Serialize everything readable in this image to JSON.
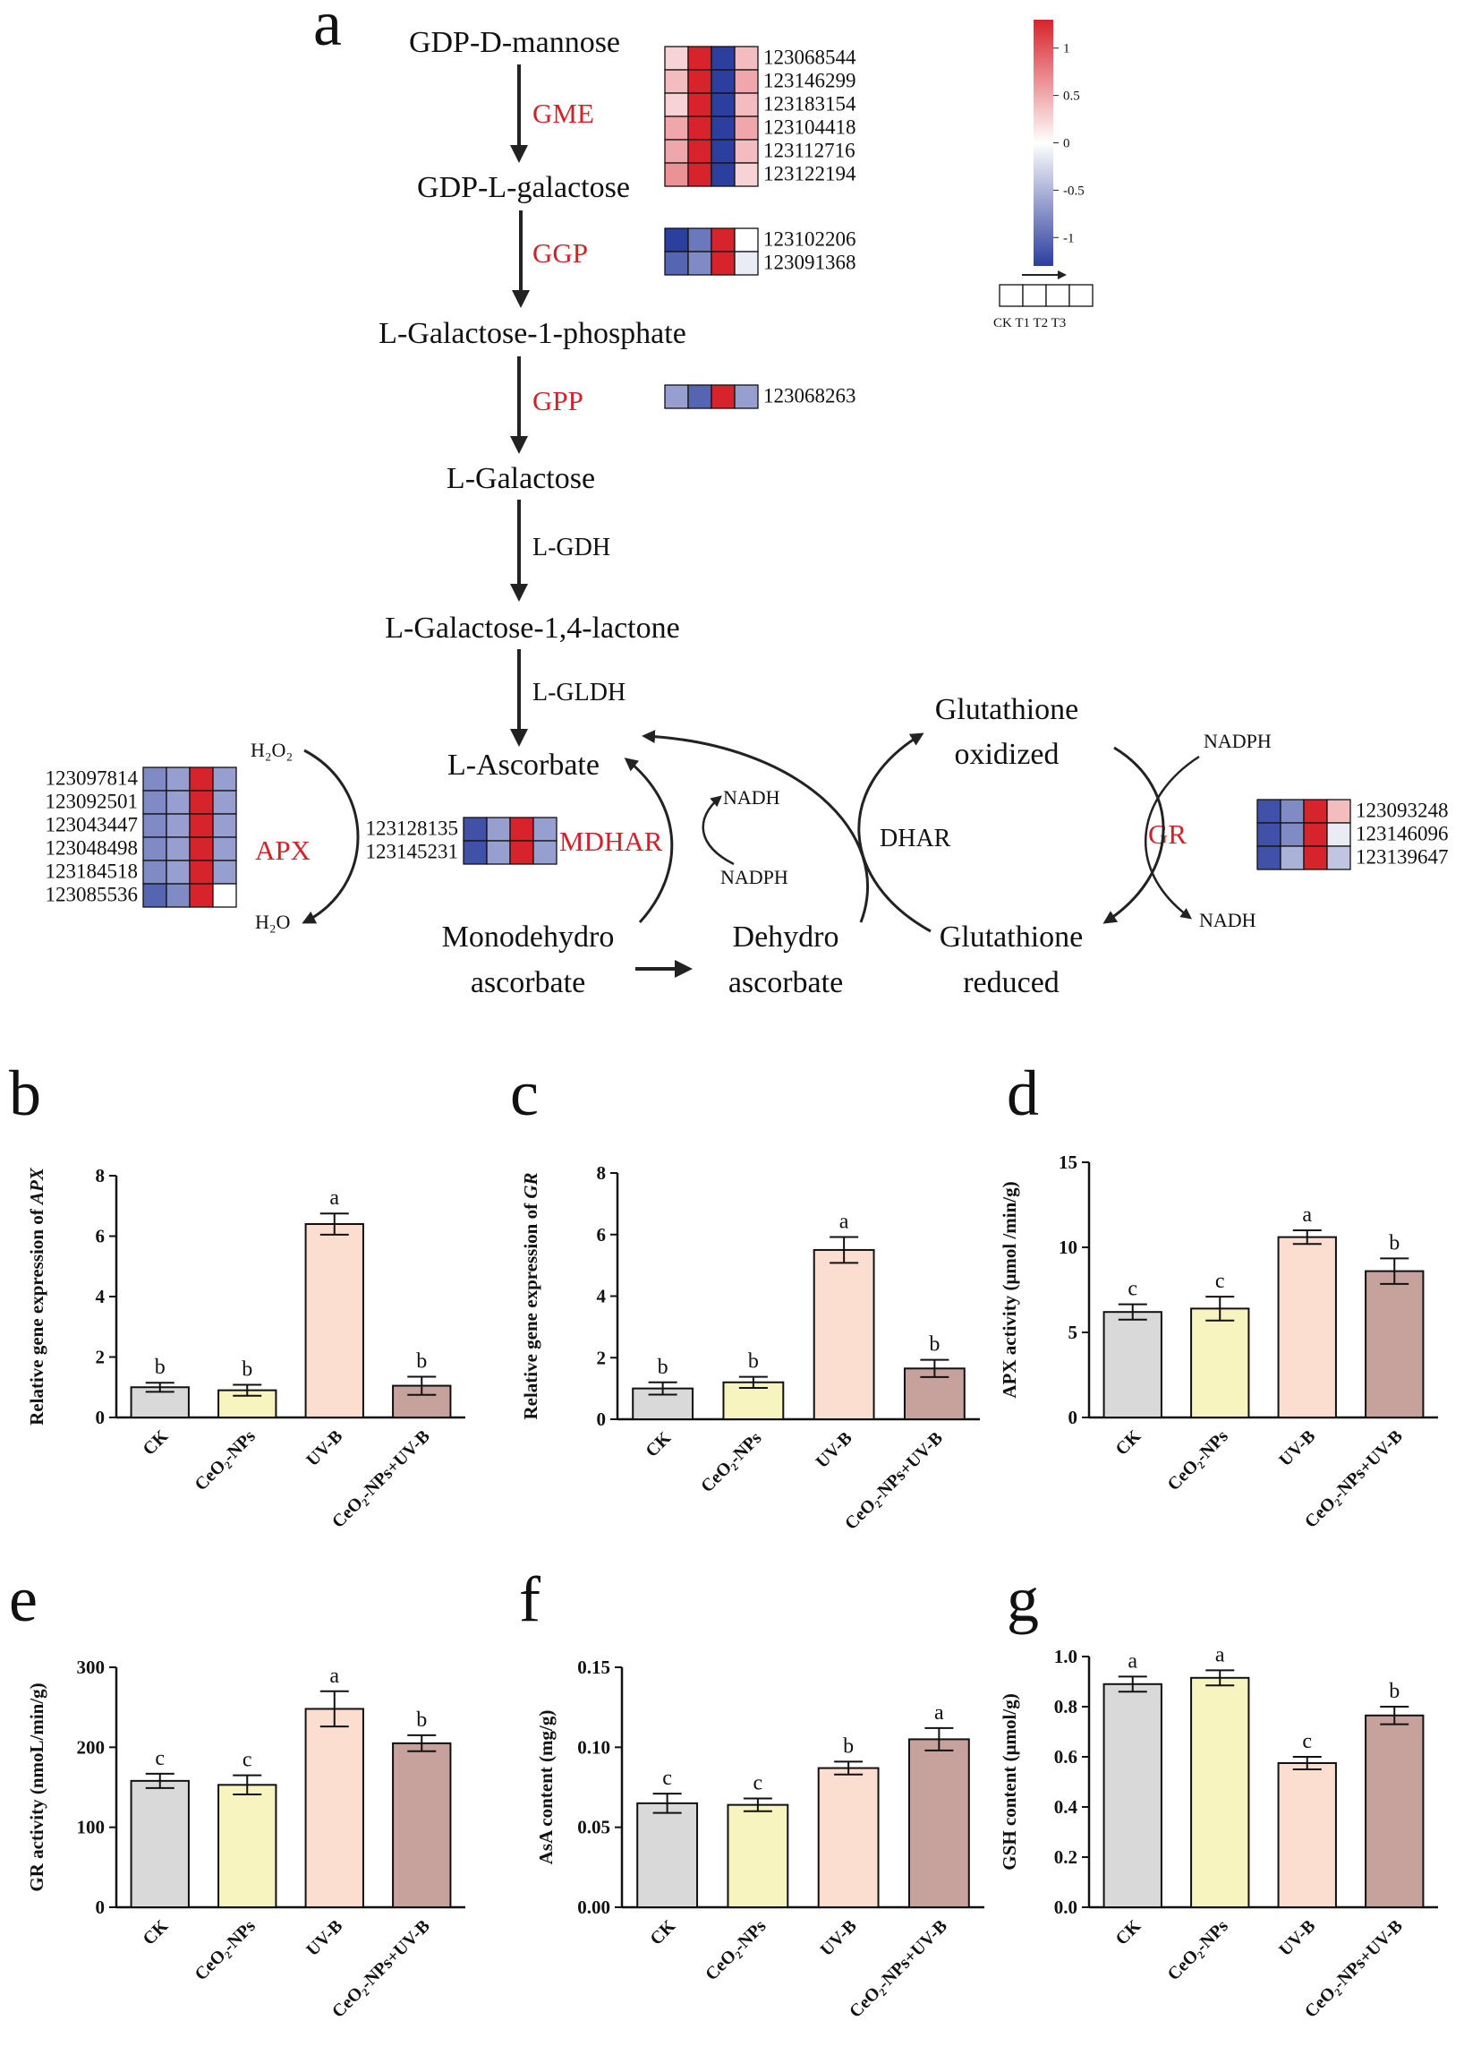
{
  "pathway": {
    "panel_label": "a",
    "metabolites": {
      "gdp_d_mannose": "GDP-D-mannose",
      "gdp_l_galactose": "GDP-L-galactose",
      "l_galactose_1_phosphate": "L-Galactose-1-phosphate",
      "l_galactose": "L-Galactose",
      "l_galactose_lactone": "L-Galactose-1,4-lactone",
      "l_ascorbate": "L-Ascorbate",
      "monodehydro_1": "Monodehydro",
      "monodehydro_2": "ascorbate",
      "dehydro_1": "Dehydro",
      "dehydro_2": "ascorbate",
      "glut_ox_1": "Glutathione",
      "glut_ox_2": "oxidized",
      "glut_red_1": "Glutathione",
      "glut_red_2": "reduced",
      "h2o2": "H₂O₂",
      "h2o": "H₂O",
      "nadh_1": "NADH",
      "nadph_1": "NADPH",
      "nadph_2": "NADPH",
      "nadh_2": "NADH"
    },
    "enzymes": {
      "gme": "GME",
      "ggp": "GGP",
      "gpp": "GPP",
      "lgdh": "L-GDH",
      "lgldh": "L-GLDH",
      "apx": "APX",
      "mdhar": "MDHAR",
      "dhar": "DHAR",
      "gr": "GR"
    },
    "heatmaps": {
      "gme": {
        "genes": [
          "123068544",
          "123146299",
          "123183154",
          "123104418",
          "123112716",
          "123122194"
        ],
        "values": [
          [
            0.2,
            1.0,
            -1.0,
            0.3
          ],
          [
            0.3,
            1.0,
            -1.0,
            0.4
          ],
          [
            0.2,
            1.0,
            -1.0,
            0.3
          ],
          [
            0.4,
            1.0,
            -1.0,
            0.4
          ],
          [
            0.4,
            1.0,
            -1.0,
            0.3
          ],
          [
            0.5,
            1.0,
            -1.0,
            0.2
          ]
        ]
      },
      "ggp": {
        "genes": [
          "123102206",
          "123091368"
        ],
        "values": [
          [
            -1.0,
            -0.7,
            1.0,
            0.0
          ],
          [
            -0.8,
            -0.6,
            1.0,
            -0.1
          ]
        ]
      },
      "gpp": {
        "genes": [
          "123068263"
        ],
        "values": [
          [
            -0.5,
            -0.8,
            1.0,
            -0.5
          ]
        ]
      },
      "apx": {
        "genes": [
          "123097814",
          "123092501",
          "123043447",
          "123048498",
          "123184518",
          "123085536"
        ],
        "values": [
          [
            -0.6,
            -0.5,
            1.0,
            -0.5
          ],
          [
            -0.6,
            -0.5,
            1.0,
            -0.5
          ],
          [
            -0.6,
            -0.5,
            1.0,
            -0.5
          ],
          [
            -0.6,
            -0.5,
            1.0,
            -0.5
          ],
          [
            -0.6,
            -0.5,
            1.0,
            -0.5
          ],
          [
            -0.8,
            -0.6,
            1.0,
            0.0
          ]
        ]
      },
      "mdhar": {
        "genes": [
          "123128135",
          "123145231"
        ],
        "values": [
          [
            -0.9,
            -0.5,
            1.0,
            -0.5
          ],
          [
            -0.9,
            -0.5,
            1.0,
            -0.5
          ]
        ]
      },
      "gr": {
        "genes": [
          "123093248",
          "123146096",
          "123139647"
        ],
        "values": [
          [
            -0.9,
            -0.6,
            1.0,
            0.3
          ],
          [
            -0.9,
            -0.6,
            1.0,
            -0.1
          ],
          [
            -0.9,
            -0.4,
            1.0,
            -0.3
          ]
        ]
      }
    },
    "legend": {
      "ticks": [
        "1",
        "0.5",
        "0",
        "-0.5",
        "-1"
      ],
      "tick_values": [
        1,
        0.5,
        0,
        -0.5,
        -1
      ],
      "range": [
        -1.3,
        1.3
      ],
      "columns_label": "CK T1 T2 T3"
    },
    "colors": {
      "high": "#d7242c",
      "mid": "#ffffff",
      "low": "#2c3e9e",
      "enzyme_label": "#d61f26"
    }
  },
  "bar_colors": [
    "#d9d9d9",
    "#f7f4c0",
    "#fbdecf",
    "#c7a29c"
  ],
  "chart_data": [
    {
      "panel": "b",
      "type": "bar",
      "categories": [
        "CK",
        "CeO₂-NPs",
        "UV-B",
        "CeO₂-NPs+UV-B"
      ],
      "values": [
        1.0,
        0.9,
        6.4,
        1.05
      ],
      "errors": [
        0.15,
        0.18,
        0.35,
        0.3
      ],
      "letters": [
        "b",
        "b",
        "a",
        "b"
      ],
      "ylabel_prefix": "Relative gene expression of ",
      "ylabel_italic": "APX",
      "ylim": [
        0,
        8
      ],
      "yticks": [
        "0",
        "2",
        "4",
        "6",
        "8"
      ]
    },
    {
      "panel": "c",
      "type": "bar",
      "categories": [
        "CK",
        "CeO₂-NPs",
        "UV-B",
        "CeO₂-NPs+UV-B"
      ],
      "values": [
        1.0,
        1.2,
        5.5,
        1.65
      ],
      "errors": [
        0.2,
        0.18,
        0.42,
        0.28
      ],
      "letters": [
        "b",
        "b",
        "a",
        "b"
      ],
      "ylabel_prefix": "Relative gene expression of ",
      "ylabel_italic": "GR",
      "ylim": [
        0,
        8
      ],
      "yticks": [
        "0",
        "2",
        "4",
        "6",
        "8"
      ]
    },
    {
      "panel": "d",
      "type": "bar",
      "categories": [
        "CK",
        "CeO₂-NPs",
        "UV-B",
        "CeO₂-NPs+UV-B"
      ],
      "values": [
        6.2,
        6.4,
        10.6,
        8.6
      ],
      "errors": [
        0.45,
        0.7,
        0.4,
        0.75
      ],
      "letters": [
        "c",
        "c",
        "a",
        "b"
      ],
      "ylabel_prefix": "APX activity (μmol /min/g)",
      "ylabel_italic": "",
      "ylim": [
        0,
        15
      ],
      "yticks": [
        "0",
        "5",
        "10",
        "15"
      ]
    },
    {
      "panel": "e",
      "type": "bar",
      "categories": [
        "CK",
        "CeO₂-NPs",
        "UV-B",
        "CeO₂-NPs+UV-B"
      ],
      "values": [
        158,
        153,
        248,
        205
      ],
      "errors": [
        9,
        12,
        22,
        10
      ],
      "letters": [
        "c",
        "c",
        "a",
        "b"
      ],
      "ylabel_prefix": "GR activity (nmoL/min/g)",
      "ylabel_italic": "",
      "ylim": [
        0,
        300
      ],
      "yticks": [
        "0",
        "100",
        "200",
        "300"
      ]
    },
    {
      "panel": "f",
      "type": "bar",
      "categories": [
        "CK",
        "CeO₂-NPs",
        "UV-B",
        "CeO₂-NPs+UV-B"
      ],
      "values": [
        0.065,
        0.064,
        0.087,
        0.105
      ],
      "errors": [
        0.006,
        0.004,
        0.004,
        0.007
      ],
      "letters": [
        "c",
        "c",
        "b",
        "a"
      ],
      "ylabel_prefix": "AsA content (mg/g)",
      "ylabel_italic": "",
      "ylim": [
        0,
        0.15
      ],
      "yticks": [
        "0.00",
        "0.05",
        "0.10",
        "0.15"
      ]
    },
    {
      "panel": "g",
      "type": "bar",
      "categories": [
        "CK",
        "CeO₂-NPs",
        "UV-B",
        "CeO₂-NPs+UV-B"
      ],
      "values": [
        0.89,
        0.915,
        0.575,
        0.765
      ],
      "errors": [
        0.03,
        0.03,
        0.025,
        0.035
      ],
      "letters": [
        "a",
        "a",
        "c",
        "b"
      ],
      "ylabel_prefix": "GSH content (μmol/g)",
      "ylabel_italic": "",
      "ylim": [
        0,
        1.0
      ],
      "yticks": [
        "0.0",
        "0.2",
        "0.4",
        "0.6",
        "0.8",
        "1.0"
      ]
    }
  ]
}
